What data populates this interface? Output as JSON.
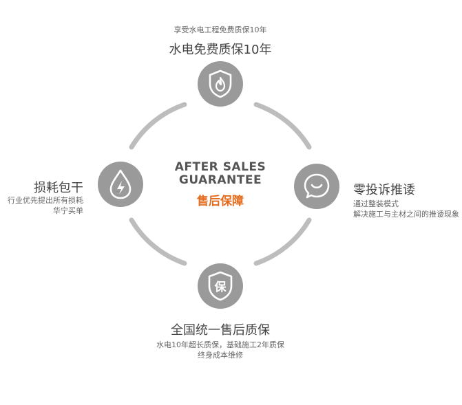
{
  "center": {
    "line1": "AFTER SALES",
    "line2": "GUARANTEE",
    "cn": "售后保障"
  },
  "top": {
    "subtitle": "享受水电工程免费质保10年",
    "title": "水电免费质保10年",
    "icon": "shield-flame-icon"
  },
  "left": {
    "title": "损耗包干",
    "line1": "行业优先提出所有损耗",
    "line2": "华宁买单",
    "icon": "water-drop-lightning-icon"
  },
  "right": {
    "title": "零投诉推诿",
    "line1": "通过整装模式",
    "line2": "解决施工与主材之间的推诿现象",
    "icon": "smile-chat-icon"
  },
  "bottom": {
    "title": "全国统一售后质保",
    "line1": "水电10年超长质保，基础施工2年质保",
    "line2": "终身成本维修",
    "icon": "bao-char-icon",
    "icon_text": "保"
  },
  "colors": {
    "accent": "#e46c1e",
    "node": "#9a9a9a",
    "ring": "#bdbdbd"
  }
}
